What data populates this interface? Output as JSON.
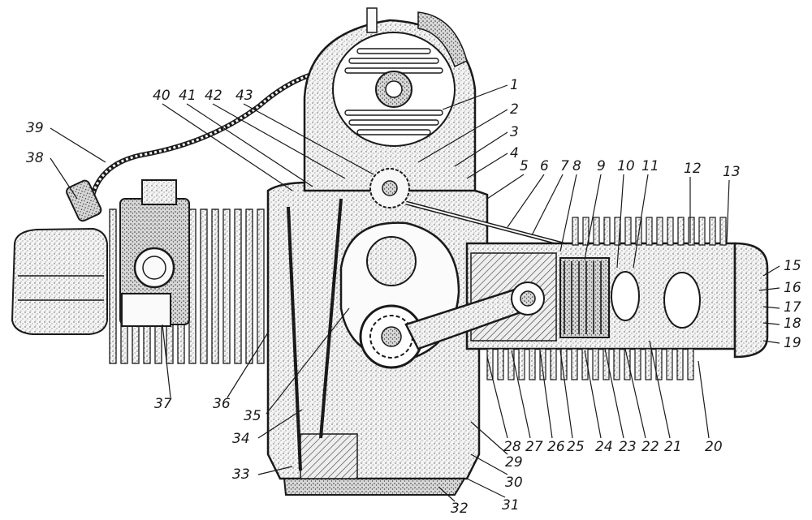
{
  "figure": {
    "description_colors": {
      "ink": "#1a1a1a",
      "shade": "#8a8a8a",
      "paper": "#ffffff"
    },
    "labels": [
      "1",
      "2",
      "3",
      "4",
      "5",
      "6",
      "7",
      "8",
      "9",
      "10",
      "11",
      "12",
      "13",
      "15",
      "16",
      "17",
      "18",
      "19",
      "20",
      "21",
      "22",
      "23",
      "24",
      "25",
      "26",
      "27",
      "28",
      "29",
      "30",
      "31",
      "32",
      "33",
      "34",
      "35",
      "36",
      "37",
      "38",
      "39",
      "40",
      "41",
      "42",
      "43"
    ]
  }
}
